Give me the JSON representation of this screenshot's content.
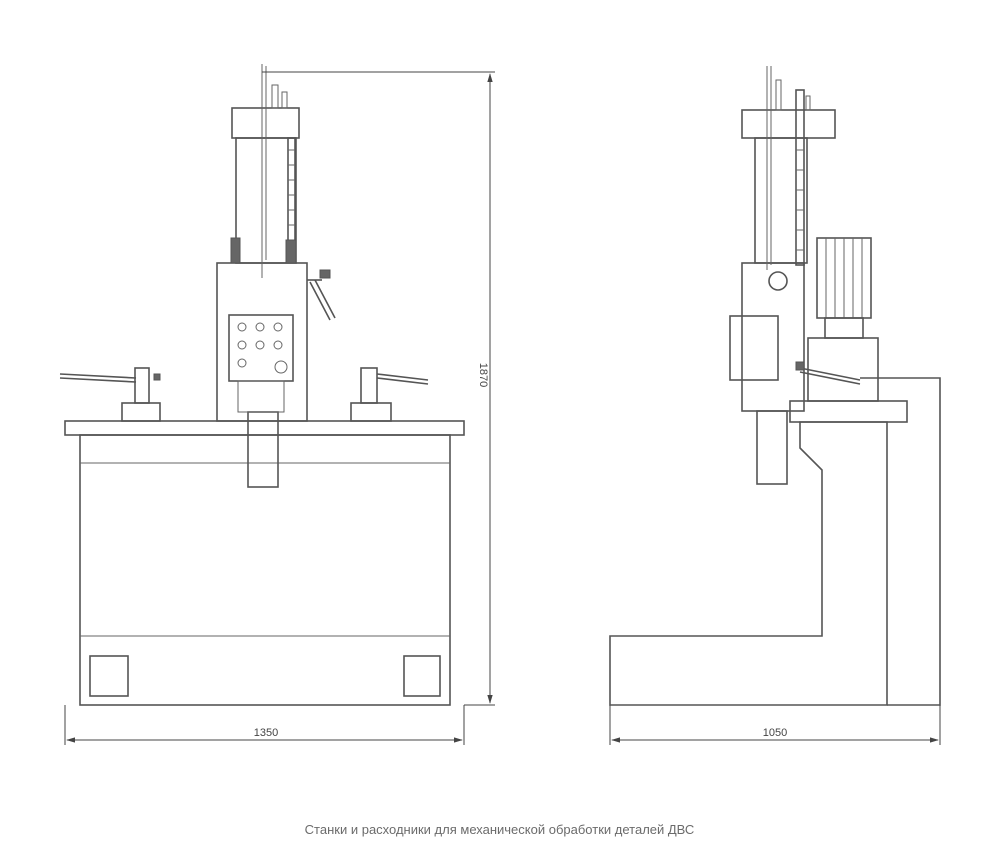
{
  "dimensions": {
    "front_width": "1350",
    "total_height": "1870",
    "side_depth": "1050"
  },
  "caption": "Станки и расходники для механической обработки деталей ДВС"
}
